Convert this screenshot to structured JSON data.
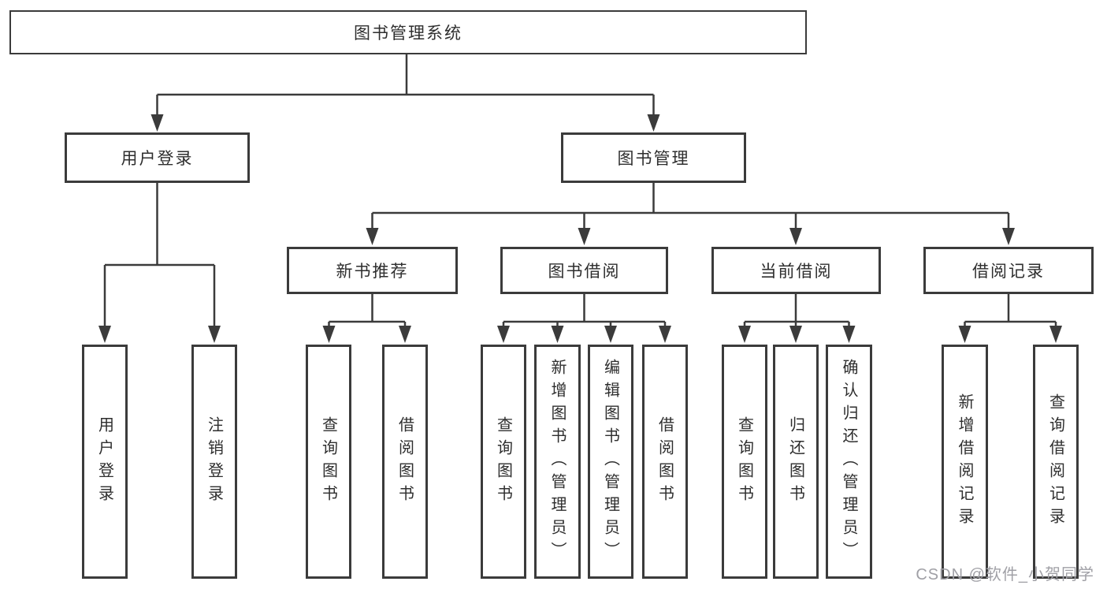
{
  "colors": {
    "line": "#3b3b3b",
    "text": "#2e2e2e",
    "watermark": "#a0a0a6",
    "background": "#ffffff"
  },
  "watermark": "CSDN @软件_小贺同学",
  "tree": {
    "label": "图书管理系统",
    "children": [
      {
        "label": "用户登录",
        "children": [
          {
            "label": "用户登录"
          },
          {
            "label": "注销登录"
          }
        ]
      },
      {
        "label": "图书管理",
        "children": [
          {
            "label": "新书推荐",
            "children": [
              {
                "label": "查询图书"
              },
              {
                "label": "借阅图书"
              }
            ]
          },
          {
            "label": "图书借阅",
            "children": [
              {
                "label": "查询图书"
              },
              {
                "label": "新增图书（管理员）"
              },
              {
                "label": "编辑图书（管理员）"
              },
              {
                "label": "借阅图书"
              }
            ]
          },
          {
            "label": "当前借阅",
            "children": [
              {
                "label": "查询图书"
              },
              {
                "label": "归还图书"
              },
              {
                "label": "确认归还（管理员）"
              }
            ]
          },
          {
            "label": "借阅记录",
            "children": [
              {
                "label": "新增借阅记录"
              },
              {
                "label": "查询借阅记录"
              }
            ]
          }
        ]
      }
    ]
  }
}
